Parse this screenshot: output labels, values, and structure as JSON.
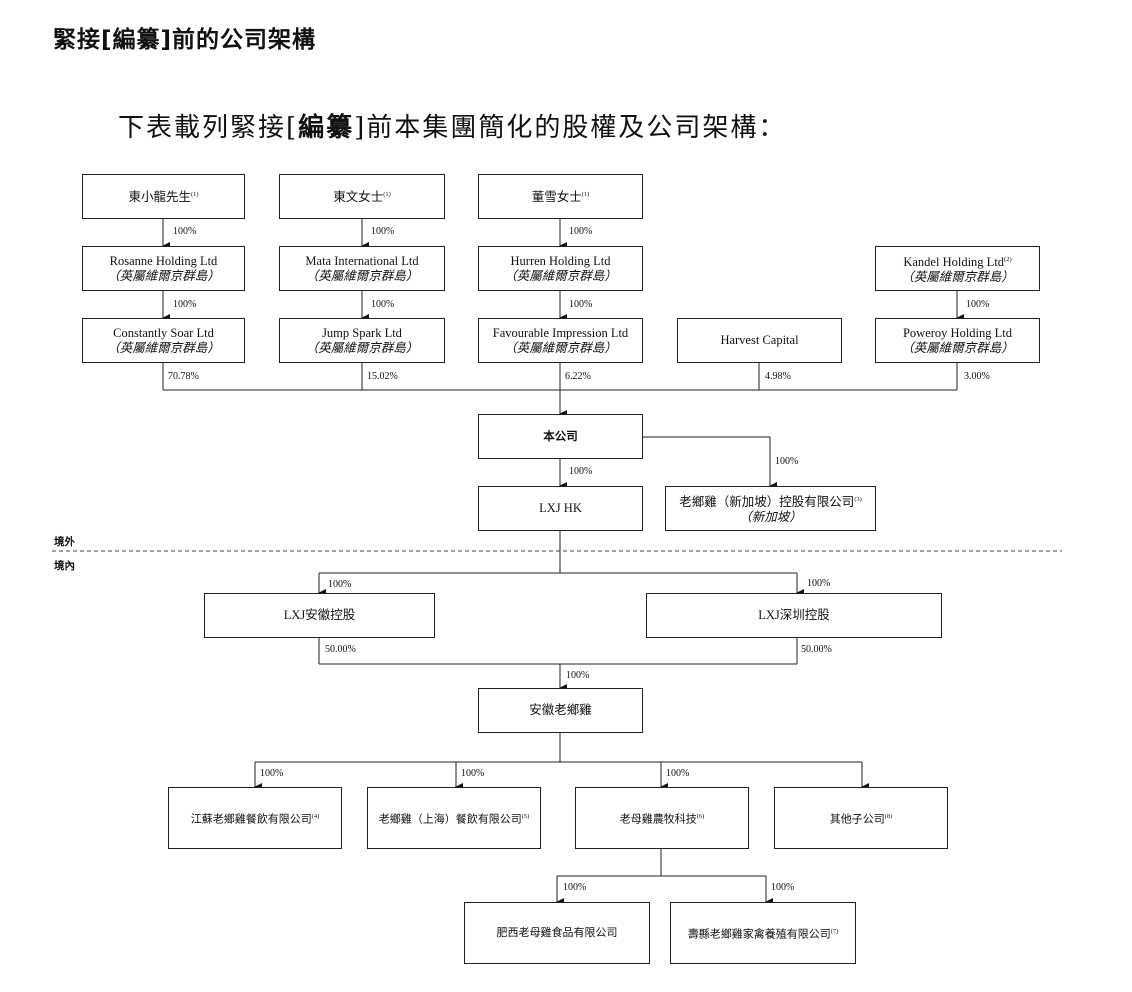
{
  "heading": {
    "pre": "緊接[",
    "mid": "編纂",
    "post": "]前的公司架構"
  },
  "intro": {
    "pre": "下表載列緊接[",
    "mid": "編纂",
    "post": "]前本集團簡化的股權及公司架構："
  },
  "regions": {
    "offshore": "境外",
    "onshore": "境內"
  },
  "entities": {
    "holder1": {
      "name": "東小龍先生",
      "note": "(1)"
    },
    "holder2": {
      "name": "東文女士",
      "note": "(1)"
    },
    "holder3": {
      "name": "董雪女士",
      "note": "(1)"
    },
    "rosanne": {
      "name": "Rosanne Holding Ltd",
      "sub": "（英屬維爾京群島）"
    },
    "mata": {
      "name": "Mata International Ltd",
      "sub": "（英屬維爾京群島）"
    },
    "hurren": {
      "name": "Hurren Holding Ltd",
      "sub": "（英屬維爾京群島）"
    },
    "kandel": {
      "name": "Kandel Holding Ltd",
      "note": "(2)",
      "sub": "（英屬維爾京群島）"
    },
    "constantly": {
      "name": "Constantly Soar Ltd",
      "sub": "（英屬維爾京群島）"
    },
    "jump": {
      "name": "Jump Spark Ltd",
      "sub": "（英屬維爾京群島）"
    },
    "favourable": {
      "name": "Favourable Impression Ltd",
      "sub": "（英屬維爾京群島）"
    },
    "harvest": {
      "name": "Harvest Capital"
    },
    "poweroy": {
      "name": "Poweroy Holding Ltd",
      "sub": "（英屬維爾京群島）"
    },
    "company": {
      "name": "本公司"
    },
    "lxjhk": {
      "name": "LXJ HK"
    },
    "singapore": {
      "name": "老鄉雞（新加坡）控股有限公司",
      "note": "(3)",
      "sub": "（新加坡）"
    },
    "anhui_hold": {
      "name": "LXJ安徽控股"
    },
    "shenzhen_hold": {
      "name": "LXJ深圳控股"
    },
    "anhui_lxj": {
      "name": "安徽老鄉雞"
    },
    "jiangsu": {
      "name": "江蘇老鄉雞餐飲有限公司",
      "note": "(4)"
    },
    "shanghai": {
      "name": "老鄉雞（上海）餐飲有限公司",
      "note": "(5)"
    },
    "farming": {
      "name": "老母雞農牧科技",
      "note": "(6)"
    },
    "others": {
      "name": "其他子公司",
      "note": "(8)"
    },
    "feixi": {
      "name": "肥西老母雞食品有限公司"
    },
    "shouxian": {
      "name": "壽縣老鄉雞家禽養殖有限公司",
      "note": "(7)"
    }
  },
  "percentages": {
    "holder1_rosanne": "100%",
    "holder2_mata": "100%",
    "holder3_hurren": "100%",
    "rosanne_constantly": "100%",
    "mata_jump": "100%",
    "hurren_favourable": "100%",
    "kandel_poweroy": "100%",
    "constantly_company": "70.78%",
    "jump_company": "15.02%",
    "favourable_company": "6.22%",
    "harvest_company": "4.98%",
    "poweroy_company": "3.00%",
    "company_lxjhk": "100%",
    "company_singapore": "100%",
    "lxjhk_anhui_hold": "100%",
    "lxjhk_shenzhen_hold": "100%",
    "anhui_hold_anhui_lxj": "50.00%",
    "shenzhen_hold_anhui_lxj": "50.00%",
    "anhui_lxj_total": "100%",
    "anhui_lxj_jiangsu": "100%",
    "anhui_lxj_shanghai": "100%",
    "anhui_lxj_farming": "100%",
    "farming_feixi": "100%",
    "farming_shouxian": "100%"
  }
}
